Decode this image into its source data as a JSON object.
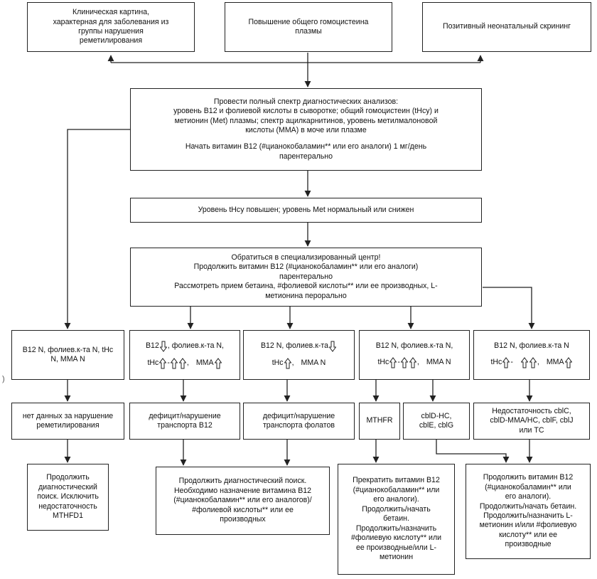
{
  "top": {
    "clinical": [
      "Клиническая картина,",
      "характерная для заболевания из",
      "группы нарушения",
      "реметилирования"
    ],
    "homocysteine": [
      "Повышение общего гомоцистеина",
      "плазмы"
    ],
    "screening": "Позитивный неонатальный скрининг"
  },
  "diagnostics": {
    "lines": [
      "Провести полный спектр диагностических анализов:",
      "уровень B12 и фолиевой кислоты в сыворотке; общий гомоцистеин (tHcy) и",
      "метионин (Met) плазмы; спектр ацилкарнитинов, уровень метилмалоновой",
      "кислоты (ММА) в моче или плазме"
    ],
    "vitamin": [
      "Начать витамин B12 (#цианокобаламин** или его аналоги) 1 мг/день",
      "парентерально"
    ]
  },
  "level": "Уровень tHcy повышен; уровень Met нормальный или снижен",
  "center": [
    "Обратиться в специализированный центр!",
    "Продолжить витамин B12 (#цианокобаламин** или его аналоги)",
    "парентерально",
    "Рассмотреть прием бетаина, #фолиевой кислоты** или ее производных, L-",
    "метионина перорально"
  ],
  "lab": {
    "c1": [
      "B12 N, фолиев.к-та N, tHc",
      "N, MMA N"
    ],
    "c2": {
      "l1a": "B12",
      "l1b": ", фолиев.к-та N,",
      "l2a": "tHc",
      "l2b": "-",
      "l2c": ",",
      "l2d": "MMA"
    },
    "c3": {
      "l1a": "B12 N, фолиев.к-та",
      "l2a": "tHc",
      "l2b": ",",
      "l2c": "MMA N"
    },
    "c4": {
      "l1": "B12 N, фолиев.к-та N,",
      "l2a": "tHc",
      "l2b": "-",
      "l2c": ",",
      "l2d": "MMA N"
    },
    "c5": {
      "l1": "B12 N, фолиев.к-та N",
      "l2a": "tHc",
      "l2b": "-",
      "l2c": ",",
      "l2d": "MMA"
    }
  },
  "dx": {
    "c1": [
      "нет данных за нарушение",
      "реметилирования"
    ],
    "c2": [
      "дефицит/нарушение",
      "транспорта B12"
    ],
    "c3": [
      "дефицит/нарушение",
      "транспорта фолатов"
    ],
    "mthfr": "MTHFR",
    "cbld_hc": [
      "cblD-HC,",
      "cblE, cblG"
    ],
    "c5": [
      "Недостаточность cblC,",
      "cblD-MMA/HC, cblF, cblJ",
      "или TC"
    ]
  },
  "act": {
    "c1": [
      "Продолжить",
      "диагностический",
      "поиск. Исключить",
      "недостаточность",
      "MTHFD1"
    ],
    "c2": [
      "Продолжить диагностический поиск.",
      "Необходимо назначение витамина B12",
      "(#цианокобаламин** или его аналогов)/",
      "#фолиевой кислоты** или ее",
      "производных"
    ],
    "c4": [
      "Прекратить витамин B12",
      "(#цианокобаламин** или",
      "его аналоги).",
      "Продолжить/начать",
      "бетаин.",
      "Продолжить/назначить",
      "#фолиевую кислоту** или",
      "ее производные/или L-",
      "метионин"
    ],
    "c5": [
      "Продолжить витамин B12",
      "(#цианокобаламин** или",
      "его аналоги).",
      "Продолжить/начать бетаин.",
      "Продолжить/назначить L-",
      "метионин и/или #фолиевую",
      "кислоту** или ее",
      "производные"
    ]
  },
  "stray_mark": ")",
  "colors": {
    "line": "#222222",
    "box_border": "#222222",
    "background": "#ffffff"
  }
}
